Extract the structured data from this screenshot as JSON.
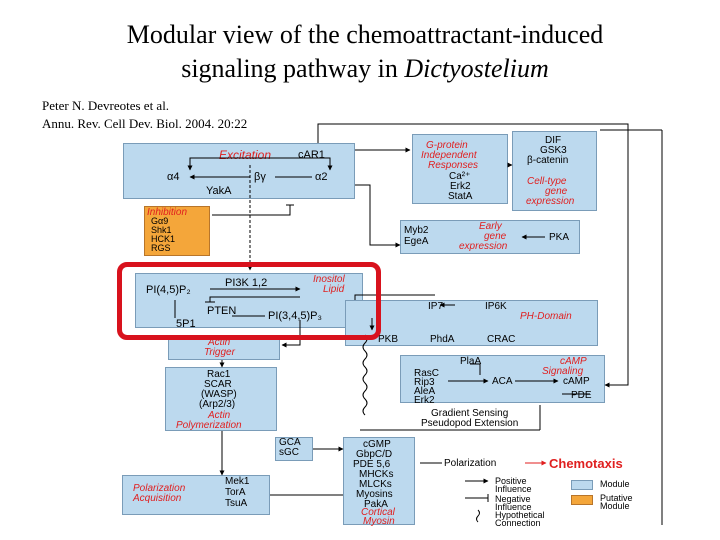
{
  "title": {
    "line1": "Modular view of the chemoattractant-induced",
    "line2_prefix": "signaling pathway in ",
    "line2_italic": "Dictyostelium"
  },
  "citation": {
    "authors": "Peter N. Devreotes et al.",
    "journal": "Annu. Rev. Cell Dev. Biol. 2004. 20:22"
  },
  "modules": {
    "excitation": {
      "label": "Excitation",
      "car1": "cAR1",
      "a4": "α4",
      "bg": "βγ",
      "a2": "α2",
      "yaka": "YakA"
    },
    "inhibition": {
      "label": "Inhibition",
      "items": [
        "Gα9",
        "Shk1",
        "HCK1",
        "RGS"
      ]
    },
    "inositol": {
      "pip2": "PI(4,5)P₂",
      "pi3k": "PI3K 1,2",
      "label_line1": "Inositol",
      "label_line2": "Lipid",
      "pten": "PTEN",
      "pip3": "PI(3,4,5)P₃",
      "sp1": "5P1"
    },
    "gprotein": {
      "line1": "G-protein",
      "line2": "Independent",
      "line3": "Responses",
      "ca": "Ca²⁺",
      "erk2": "Erk2",
      "stata": "StatA"
    },
    "dif": {
      "items": [
        "DIF",
        "GSK3",
        "β-catenin"
      ],
      "label_line1": "Cell-type",
      "label_line2": "gene",
      "label_line3": "expression"
    },
    "early": {
      "myb2": "Myb2",
      "egea": "EgeA",
      "label_line1": "Early",
      "label_line2": "gene",
      "label_line3": "expression",
      "pka": "PKA"
    },
    "ph": {
      "ip7": "IP7",
      "ip6k": "IP6K",
      "label": "PH-Domain",
      "pkb": "PKB",
      "phda": "PhdA",
      "crac": "CRAC"
    },
    "actin_trigger": {
      "line1": "Actin",
      "line2": "Trigger"
    },
    "actin_poly": {
      "items": [
        "Rac1",
        "SCAR",
        "(WASP)",
        "(Arp2/3)"
      ],
      "label_line1": "Actin",
      "label_line2": "Polymerization"
    },
    "camp": {
      "plaa": "PlaA",
      "label_line1": "cAMP",
      "label_line2": "Signaling",
      "rasc": "RasC",
      "rip3": "Rip3",
      "alea": "AleA",
      "erk2": "Erk2",
      "aca": "ACA",
      "camp": "cAMP",
      "pde": "PDE"
    },
    "gradient": {
      "line1": "Gradient Sensing",
      "line2": "Pseudopod Extension"
    },
    "gca": {
      "line1": "GCA",
      "line2": "sGC"
    },
    "cgmp": {
      "items": [
        "cGMP",
        "GbpC/D",
        "PDE 5,6",
        "MHCKs",
        "MLCKs",
        "Myosins",
        "PakA"
      ],
      "label_line1": "Cortical",
      "label_line2": "Myosin"
    },
    "polarization": {
      "label_line1": "Polarization",
      "label_line2": "Acquisition",
      "items": [
        "Mek1",
        "TorA",
        "TsuA"
      ]
    },
    "outputs": {
      "polarization": "Polarization",
      "chemotaxis": "Chemotaxis"
    }
  },
  "legend": {
    "positive_line1": "Positive",
    "positive_line2": "Influence",
    "negative_line1": "Negative",
    "negative_line2": "Influence",
    "hyp_line1": "Hypothetical",
    "hyp_line2": "Connection",
    "module": "Module",
    "putative_line1": "Putative",
    "putative_line2": "Module"
  },
  "colors": {
    "module": "#bcd9ee",
    "putative": "#f4a63a",
    "label_red": "#e01f1f",
    "highlight": "#d8121d"
  }
}
